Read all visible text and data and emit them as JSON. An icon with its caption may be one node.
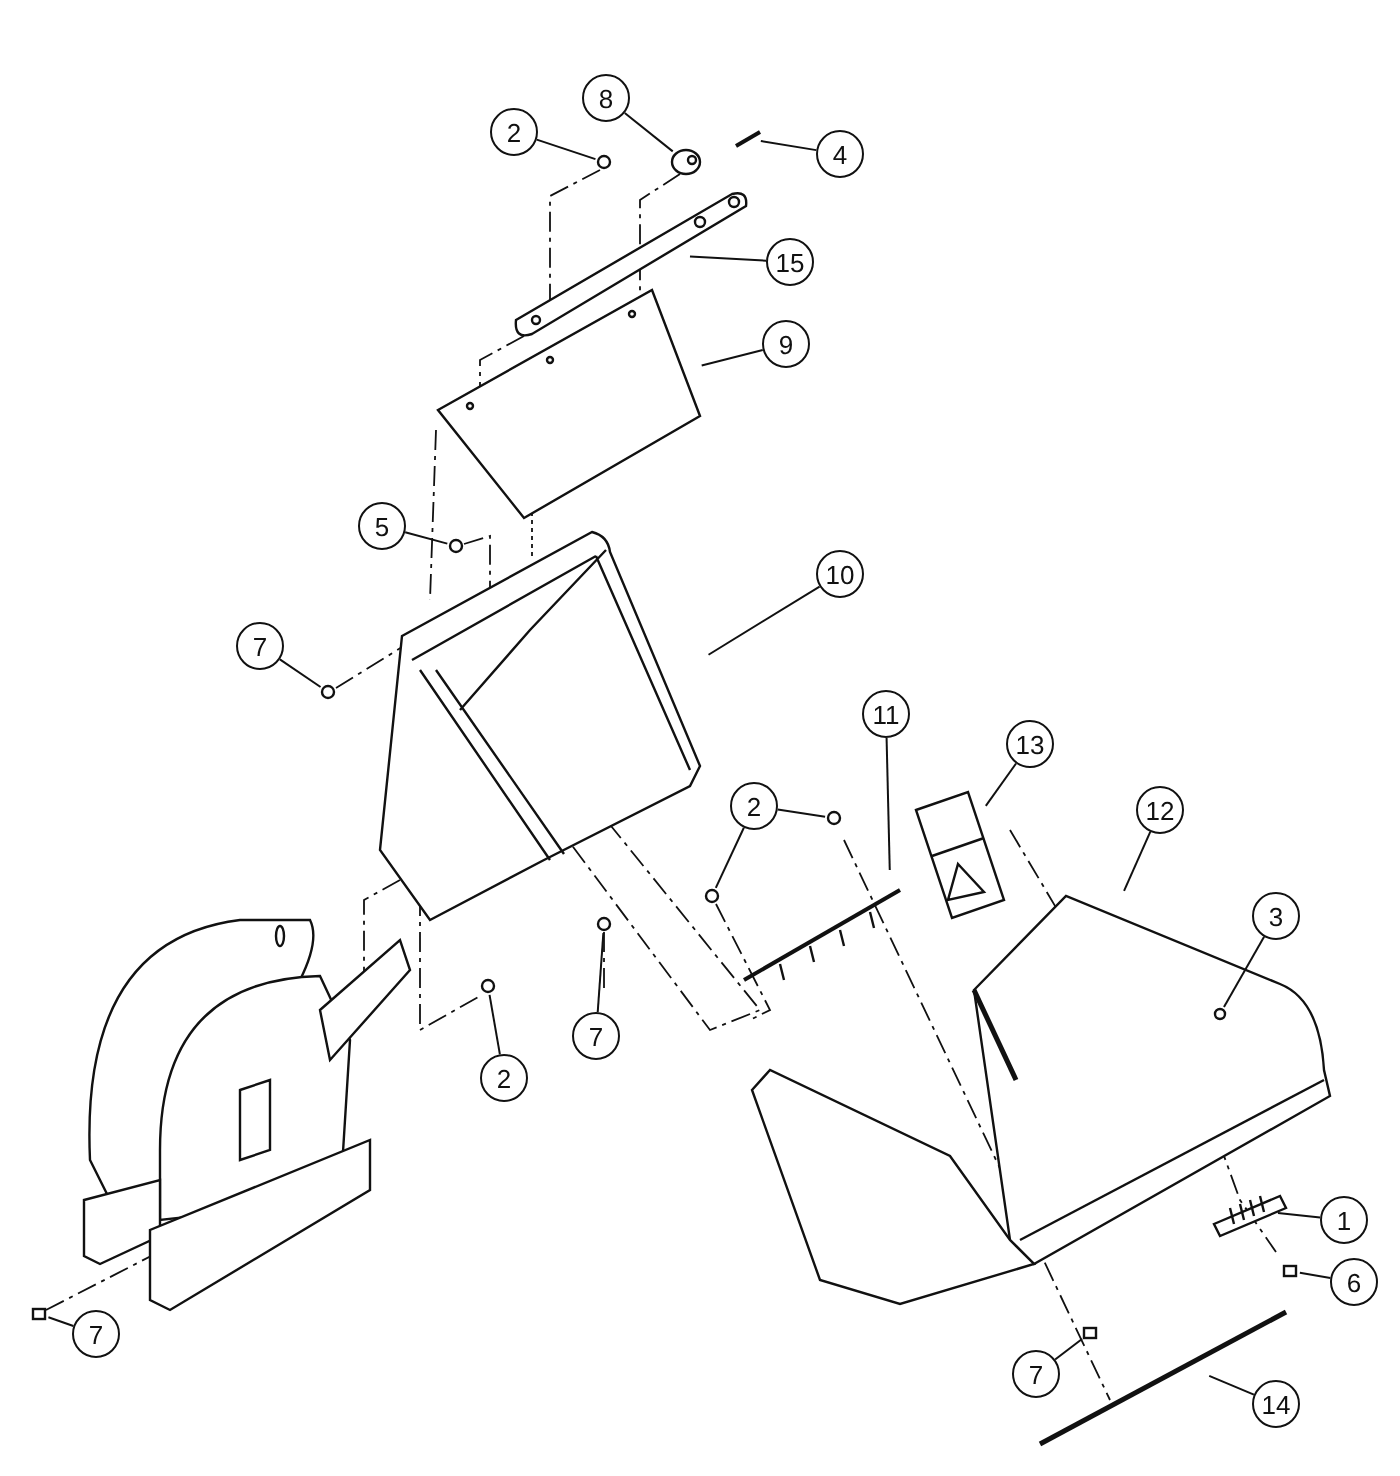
{
  "diagram": {
    "nodes": [
      {
        "text": [
          "8"
        ]
      },
      {
        "text": [
          "2"
        ]
      },
      {
        "text": [
          "4"
        ]
      },
      {
        "text": [
          "15"
        ]
      },
      {
        "text": [
          "9"
        ]
      },
      {
        "text": [
          "5"
        ]
      },
      {
        "text": [
          "10"
        ]
      },
      {
        "text": [
          "7"
        ]
      },
      {
        "text": [
          "11"
        ]
      },
      {
        "text": [
          "13"
        ]
      },
      {
        "text": [
          "2"
        ]
      },
      {
        "text": [
          "12"
        ]
      },
      {
        "text": [
          "3"
        ]
      },
      {
        "text": [
          "7"
        ]
      },
      {
        "text": [
          "2"
        ]
      },
      {
        "text": [
          "1"
        ]
      },
      {
        "text": [
          "6"
        ]
      },
      {
        "text": [
          "7"
        ]
      },
      {
        "text": [
          "7"
        ]
      },
      {
        "text": [
          "14"
        ]
      },
      {
        "text": [],
        "shape": "picture"
      },
      {
        "text": [],
        "shape": "circle"
      },
      {
        "text": [],
        "shape": "picture"
      },
      {
        "text": [],
        "shape": "circle"
      },
      {
        "text": [],
        "shape": "circle"
      },
      {
        "text": [],
        "shape": "circle"
      },
      {
        "text": [],
        "shape": "circle"
      },
      {
        "text": [],
        "shape": "circle"
      },
      {
        "text": [],
        "shape": "circle"
      },
      {
        "text": [],
        "shape": "circle"
      },
      {
        "text": [],
        "shape": "box"
      },
      {
        "text": [],
        "shape": "box"
      },
      {
        "text": [],
        "shape": "box"
      }
    ],
    "edges": [
      {
        "from": 0,
        "to": 20,
        "arrow": "none"
      },
      {
        "from": 1,
        "to": 21,
        "arrow": "none"
      },
      {
        "from": 2,
        "to": 22,
        "arrow": "none"
      },
      {
        "from": 3,
        "to": null,
        "arrow": "none"
      },
      {
        "from": 4,
        "to": null,
        "arrow": "none"
      },
      {
        "from": 5,
        "to": 23,
        "arrow": "none"
      },
      {
        "from": 6,
        "to": null,
        "arrow": "none"
      },
      {
        "from": 7,
        "to": 24,
        "arrow": "none"
      },
      {
        "from": 8,
        "to": null,
        "arrow": "none"
      },
      {
        "from": 9,
        "to": null,
        "arrow": "none"
      },
      {
        "from": 10,
        "to": 25,
        "arrow": "none"
      },
      {
        "from": 10,
        "to": 26,
        "arrow": "none"
      },
      {
        "from": 11,
        "to": null,
        "arrow": "none"
      },
      {
        "from": 12,
        "to": 27,
        "arrow": "none"
      },
      {
        "from": 13,
        "to": 29,
        "arrow": "none"
      },
      {
        "from": 14,
        "to": 28,
        "arrow": "none"
      },
      {
        "from": 15,
        "to": null,
        "arrow": "none"
      },
      {
        "from": 16,
        "to": 30,
        "arrow": "none"
      },
      {
        "from": 17,
        "to": 31,
        "arrow": "none"
      },
      {
        "from": 18,
        "to": 32,
        "arrow": "none"
      },
      {
        "from": 19,
        "to": null,
        "arrow": "none"
      }
    ]
  }
}
